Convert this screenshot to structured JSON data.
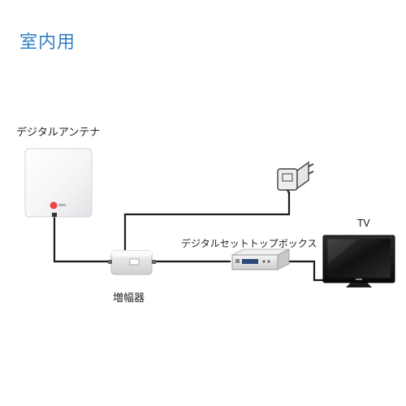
{
  "title": "室内用",
  "labels": {
    "antenna": "デジタルアンテナ",
    "amplifier": "増幅器",
    "set_top_box": "デジタルセットトップボックス",
    "tv": "TV"
  },
  "colors": {
    "title": "#2f7fc4",
    "cable": "#1a1a1a",
    "antenna_dot": "#e8464a"
  }
}
